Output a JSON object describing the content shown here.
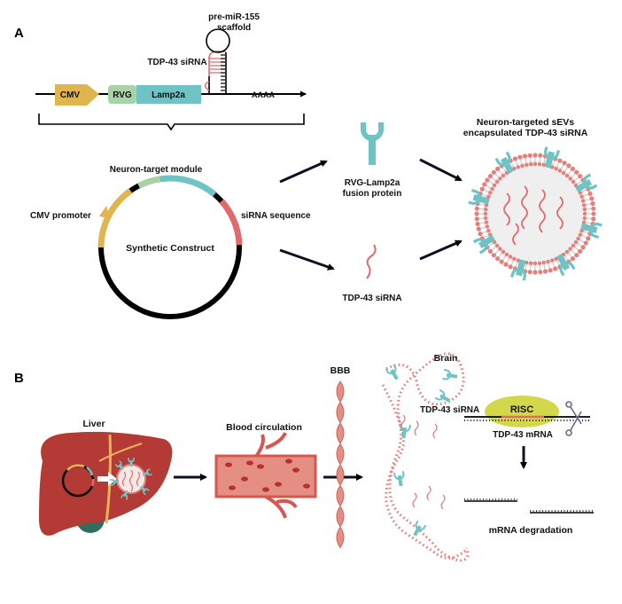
{
  "panel_a": {
    "letter": "A",
    "construct": {
      "cmv": "CMV",
      "rvg": "RVG",
      "lamp2a": "Lamp2a",
      "polya": "AAAA",
      "scaffold_line1": "pre-miR-155",
      "scaffold_line2": "scaffold",
      "sirna_label": "TDP-43 siRNA"
    },
    "plasmid": {
      "neuron_module": "Neuron-target module",
      "cmv_promoter": "CMV promoter",
      "sirna_sequence": "siRNA sequence",
      "center": "Synthetic Construct"
    },
    "fusion_line1": "RVG-Lamp2a",
    "fusion_line2": "fusion protein",
    "sirna": "TDP-43 siRNA",
    "sev_line1": "Neuron-targeted sEVs",
    "sev_line2": "encapsulated TDP-43 siRNA"
  },
  "panel_b": {
    "letter": "B",
    "liver": "Liver",
    "blood": "Blood circulation",
    "bbb": "BBB",
    "brain": "Brain",
    "sirna": "TDP-43 siRNA",
    "risc": "RISC",
    "mrna": "TDP-43 mRNA",
    "degradation": "mRNA degradation"
  },
  "colors": {
    "cmv": "#e0b44e",
    "rvg": "#a7d3a6",
    "lamp2a": "#6fc3c5",
    "sirna": "#e06a6d",
    "membrane": "#e47f7c",
    "liver": "#b33a35",
    "risc": "#d3d74a",
    "vessel": "#d5574d"
  }
}
